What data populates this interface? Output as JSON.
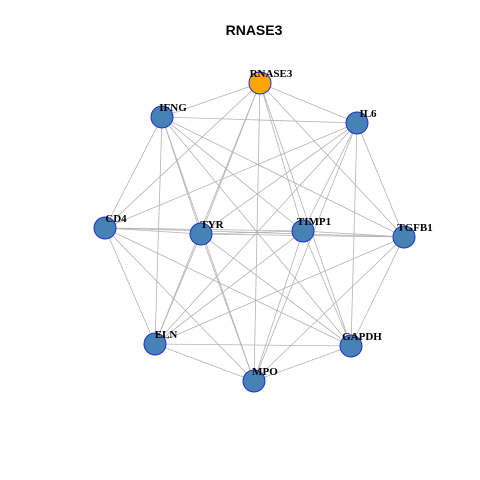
{
  "title": "RNASE3",
  "colors": {
    "hub_node": "#ffa500",
    "node": "#4682b4",
    "node_border": "#1f2fd0",
    "edge": "#b3b3b3"
  },
  "nodes": [
    {
      "id": "RNASE3",
      "label": "RNASE3",
      "hub": true
    },
    {
      "id": "IFNG",
      "label": "IFNG"
    },
    {
      "id": "IL6",
      "label": "IL6"
    },
    {
      "id": "CD4",
      "label": "CD4"
    },
    {
      "id": "TYR",
      "label": "TYR"
    },
    {
      "id": "TIMP1",
      "label": "TIMP1"
    },
    {
      "id": "TGFB1",
      "label": "TGFB1"
    },
    {
      "id": "ELN",
      "label": "ELN"
    },
    {
      "id": "GAPDH",
      "label": "GAPDH"
    },
    {
      "id": "MPO",
      "label": "MPO"
    }
  ],
  "edges": [
    [
      "RNASE3",
      "IFNG"
    ],
    [
      "RNASE3",
      "IL6"
    ],
    [
      "RNASE3",
      "CD4"
    ],
    [
      "RNASE3",
      "TYR"
    ],
    [
      "RNASE3",
      "TIMP1"
    ],
    [
      "RNASE3",
      "TGFB1"
    ],
    [
      "RNASE3",
      "ELN"
    ],
    [
      "RNASE3",
      "GAPDH"
    ],
    [
      "RNASE3",
      "MPO"
    ],
    [
      "IFNG",
      "IL6"
    ],
    [
      "IFNG",
      "CD4"
    ],
    [
      "IFNG",
      "TYR"
    ],
    [
      "IFNG",
      "TIMP1"
    ],
    [
      "IFNG",
      "TGFB1"
    ],
    [
      "IFNG",
      "ELN"
    ],
    [
      "IFNG",
      "GAPDH"
    ],
    [
      "IFNG",
      "MPO"
    ],
    [
      "IL6",
      "CD4"
    ],
    [
      "IL6",
      "TYR"
    ],
    [
      "IL6",
      "TIMP1"
    ],
    [
      "IL6",
      "TGFB1"
    ],
    [
      "IL6",
      "ELN"
    ],
    [
      "IL6",
      "GAPDH"
    ],
    [
      "IL6",
      "MPO"
    ],
    [
      "CD4",
      "TYR"
    ],
    [
      "CD4",
      "TIMP1"
    ],
    [
      "CD4",
      "TGFB1"
    ],
    [
      "CD4",
      "ELN"
    ],
    [
      "CD4",
      "GAPDH"
    ],
    [
      "CD4",
      "MPO"
    ],
    [
      "TYR",
      "TIMP1"
    ],
    [
      "TYR",
      "TGFB1"
    ],
    [
      "TYR",
      "ELN"
    ],
    [
      "TYR",
      "GAPDH"
    ],
    [
      "TYR",
      "MPO"
    ],
    [
      "TIMP1",
      "TGFB1"
    ],
    [
      "TIMP1",
      "ELN"
    ],
    [
      "TIMP1",
      "GAPDH"
    ],
    [
      "TIMP1",
      "MPO"
    ],
    [
      "TGFB1",
      "ELN"
    ],
    [
      "TGFB1",
      "GAPDH"
    ],
    [
      "TGFB1",
      "MPO"
    ],
    [
      "ELN",
      "GAPDH"
    ],
    [
      "ELN",
      "MPO"
    ],
    [
      "GAPDH",
      "MPO"
    ]
  ]
}
